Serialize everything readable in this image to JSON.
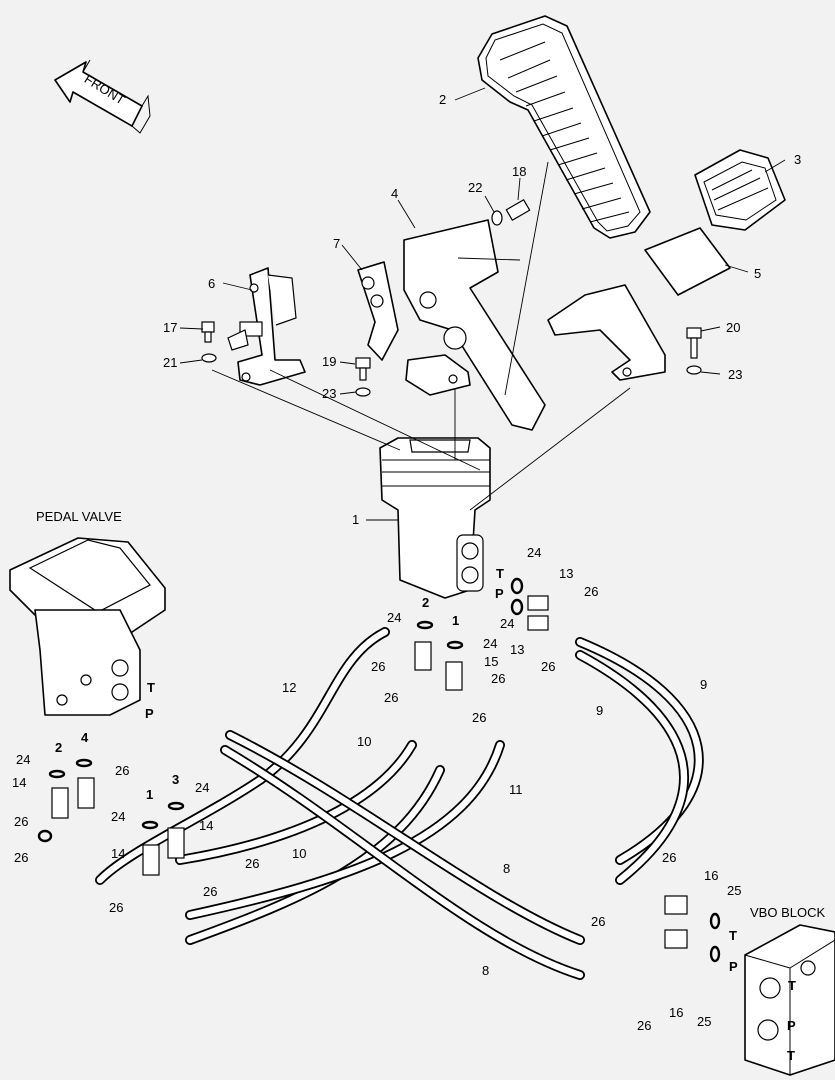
{
  "titles": {
    "pedal_valve": "PEDAL VALVE",
    "vbo_block": "VBO BLOCK",
    "front": "FRONT"
  },
  "callouts": [
    {
      "id": "c2",
      "text": "2"
    },
    {
      "id": "c3",
      "text": "3"
    },
    {
      "id": "c4",
      "text": "4"
    },
    {
      "id": "c5",
      "text": "5"
    },
    {
      "id": "c6",
      "text": "6"
    },
    {
      "id": "c7",
      "text": "7"
    },
    {
      "id": "c17",
      "text": "17"
    },
    {
      "id": "c18",
      "text": "18"
    },
    {
      "id": "c19",
      "text": "19"
    },
    {
      "id": "c20",
      "text": "20"
    },
    {
      "id": "c21",
      "text": "21"
    },
    {
      "id": "c22",
      "text": "22"
    },
    {
      "id": "c23a",
      "text": "23"
    },
    {
      "id": "c23b",
      "text": "23"
    },
    {
      "id": "c1",
      "text": "1"
    },
    {
      "id": "c24a",
      "text": "24"
    },
    {
      "id": "c13a",
      "text": "13"
    },
    {
      "id": "c26a",
      "text": "26"
    },
    {
      "id": "c24b",
      "text": "24"
    },
    {
      "id": "c13b",
      "text": "13"
    },
    {
      "id": "c26b",
      "text": "26"
    },
    {
      "id": "c24c",
      "text": "24"
    },
    {
      "id": "c24d",
      "text": "24"
    },
    {
      "id": "c26c",
      "text": "26"
    },
    {
      "id": "c15",
      "text": "15"
    },
    {
      "id": "c12",
      "text": "12"
    },
    {
      "id": "c26d",
      "text": "26"
    },
    {
      "id": "c26e",
      "text": "26"
    },
    {
      "id": "c26f",
      "text": "26"
    },
    {
      "id": "c9a",
      "text": "9"
    },
    {
      "id": "c9b",
      "text": "9"
    },
    {
      "id": "c10a",
      "text": "10"
    },
    {
      "id": "c11",
      "text": "11"
    },
    {
      "id": "c24e",
      "text": "24"
    },
    {
      "id": "c14a",
      "text": "14"
    },
    {
      "id": "c26g",
      "text": "26"
    },
    {
      "id": "c24f",
      "text": "24"
    },
    {
      "id": "c24g",
      "text": "24"
    },
    {
      "id": "c14b",
      "text": "14"
    },
    {
      "id": "c26h",
      "text": "26"
    },
    {
      "id": "c26i",
      "text": "26"
    },
    {
      "id": "c14c",
      "text": "14"
    },
    {
      "id": "c26j",
      "text": "26"
    },
    {
      "id": "c26k",
      "text": "26"
    },
    {
      "id": "c26l",
      "text": "26"
    },
    {
      "id": "c10b",
      "text": "10"
    },
    {
      "id": "c26m",
      "text": "26"
    },
    {
      "id": "c16a",
      "text": "16"
    },
    {
      "id": "c25a",
      "text": "25"
    },
    {
      "id": "c8a",
      "text": "8"
    },
    {
      "id": "c26n",
      "text": "26"
    },
    {
      "id": "c16b",
      "text": "16"
    },
    {
      "id": "c25b",
      "text": "25"
    },
    {
      "id": "c26o",
      "text": "26"
    },
    {
      "id": "c8b",
      "text": "8"
    }
  ],
  "ports": [
    {
      "id": "pT1",
      "text": "T"
    },
    {
      "id": "pP1",
      "text": "P"
    },
    {
      "id": "p2a",
      "text": "2"
    },
    {
      "id": "p1a",
      "text": "1"
    },
    {
      "id": "pT2",
      "text": "T"
    },
    {
      "id": "pP2",
      "text": "P"
    },
    {
      "id": "p2b",
      "text": "2"
    },
    {
      "id": "p4",
      "text": "4"
    },
    {
      "id": "p1b",
      "text": "1"
    },
    {
      "id": "p3",
      "text": "3"
    },
    {
      "id": "pT3",
      "text": "T"
    },
    {
      "id": "pP3",
      "text": "P"
    },
    {
      "id": "pvT1",
      "text": "T"
    },
    {
      "id": "pvP",
      "text": "P"
    },
    {
      "id": "pvT2",
      "text": "T"
    }
  ]
}
